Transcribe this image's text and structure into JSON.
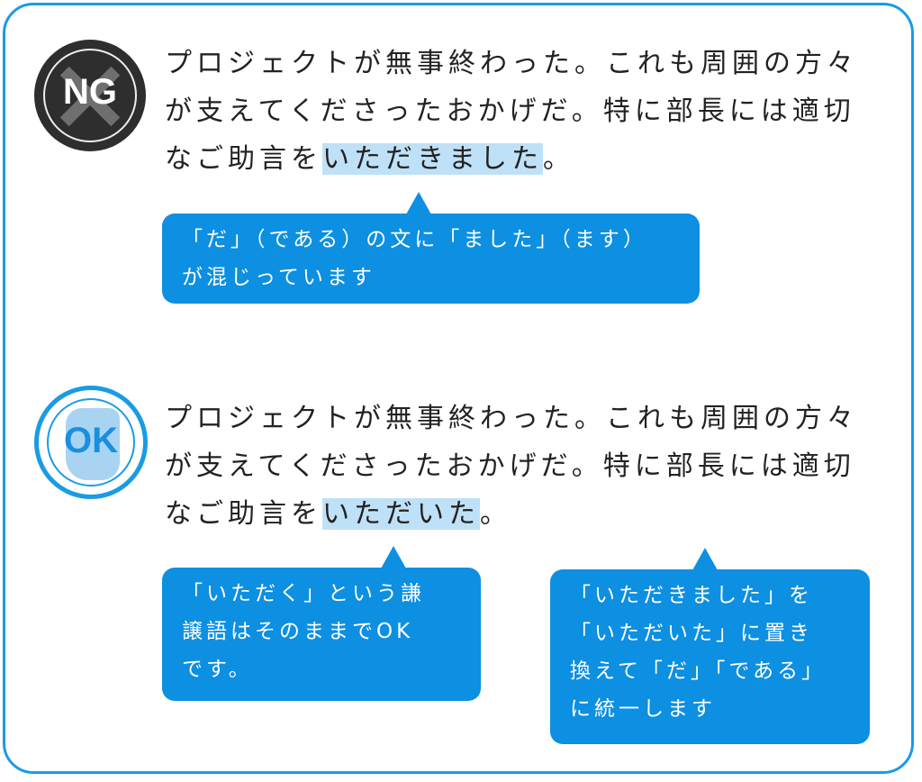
{
  "ng": {
    "badge_label": "NG",
    "lines": [
      "プロジェクトが無事終わった。これも周囲の方々",
      "が支えてくださったおかげだ。特に部長には適切",
      "なご助言を"
    ],
    "highlight": "いただきました",
    "end": "。",
    "note_lines": [
      "「だ」（である）の文に「ました」（ます）",
      "が混じっています"
    ]
  },
  "ok": {
    "badge_label": "OK",
    "lines": [
      "プロジェクトが無事終わった。これも周囲の方々",
      "が支えてくださったおかげだ。特に部長には適切",
      "なご助言を"
    ],
    "highlight": "いただいた",
    "end": "。",
    "note1_lines": [
      "「いただく」という謙",
      "譲語はそのままでOK",
      "です。"
    ],
    "note2_lines": [
      "「いただきました」を",
      "「いただいた」に置き",
      "換えて「だ」「である」",
      "に統一します"
    ]
  },
  "colors": {
    "accent": "#0d8fe2",
    "highlight": "#bfe1f7",
    "ng_badge": "#2e2e2e"
  }
}
